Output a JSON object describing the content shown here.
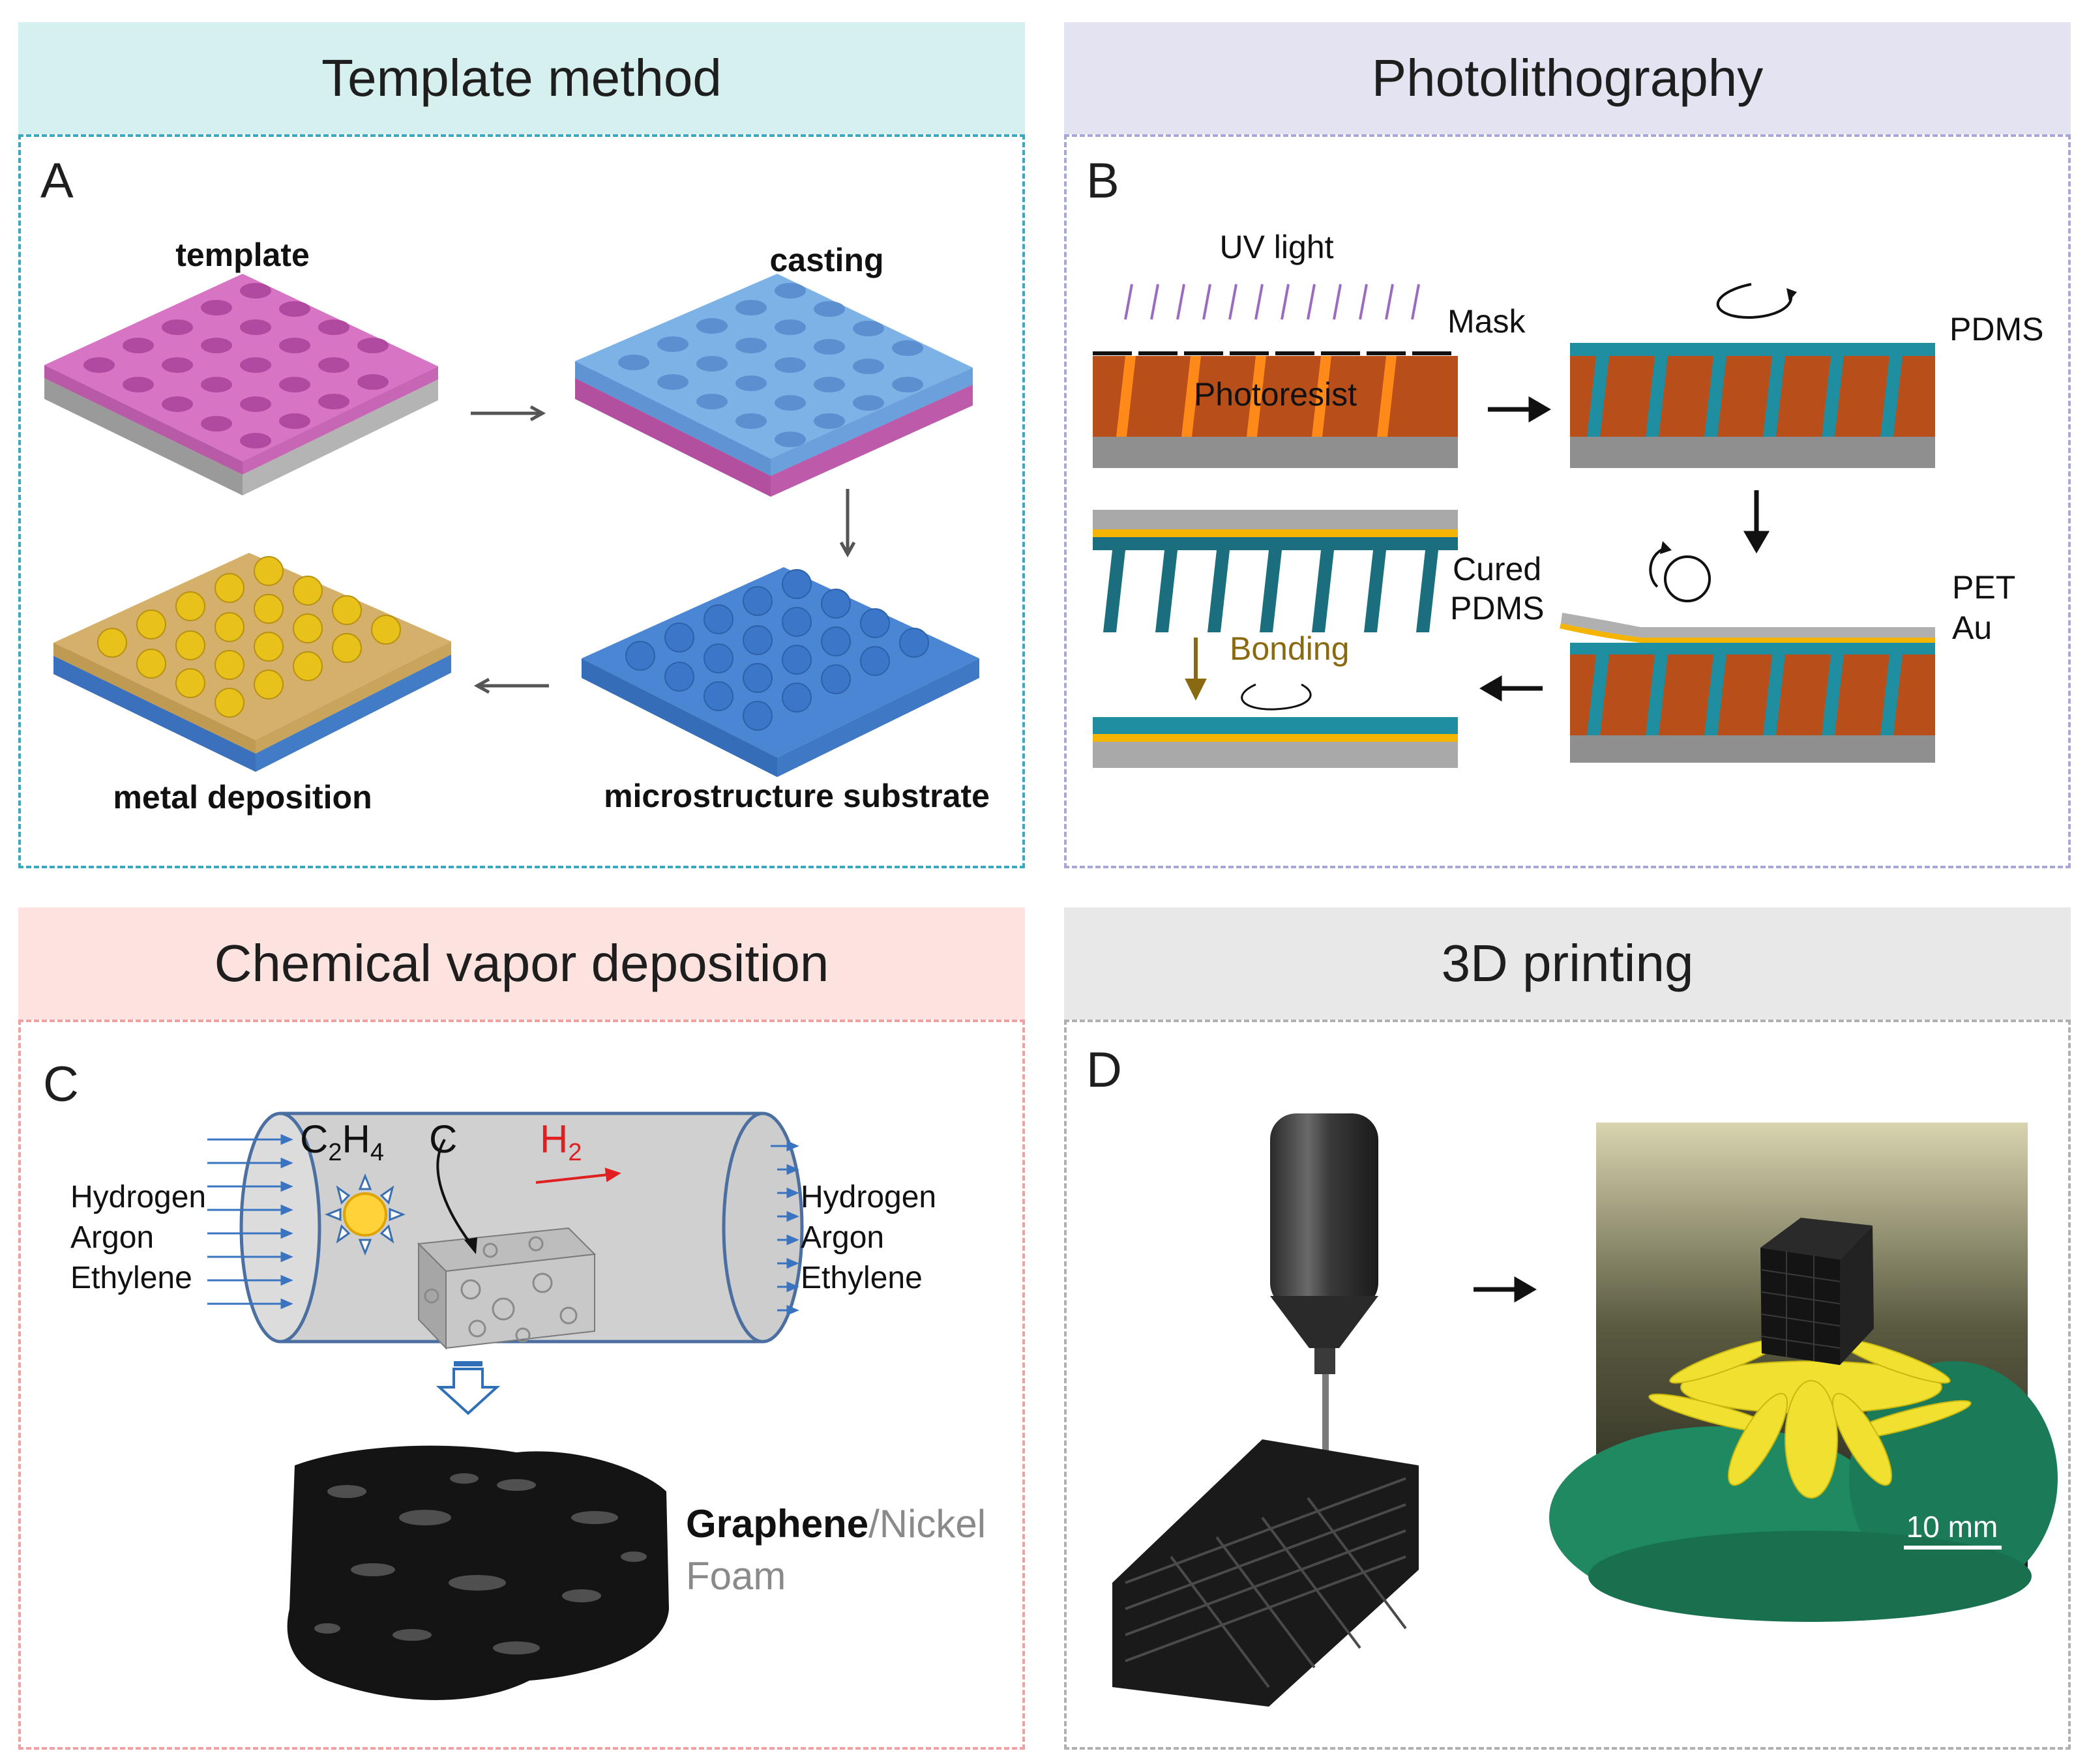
{
  "panels": {
    "a": {
      "header": "Template method",
      "letter": "A",
      "colors": {
        "header_bg": "#d6efef",
        "border": "#3aa8c0"
      },
      "labels": {
        "template": "template",
        "casting": "casting",
        "metal_deposition": "metal deposition",
        "microstructure_substrate": "microstructure substrate"
      }
    },
    "b": {
      "header": "Photolithography",
      "letter": "B",
      "colors": {
        "header_bg": "#e3e3f2",
        "border": "#a8a8d8"
      },
      "labels": {
        "uv_light": "UV light",
        "mask": "Mask",
        "photoresist": "Photoresist",
        "pdms": "PDMS",
        "cured": "Cured",
        "cured_pdms": "PDMS",
        "pet": "PET",
        "au": "Au",
        "bonding": "Bonding"
      }
    },
    "c": {
      "header": "Chemical vapor deposition",
      "letter": "C",
      "colors": {
        "header_bg": "#fde3e0",
        "border": "#f0a0a0"
      },
      "labels": {
        "gases_in": [
          "Hydrogen",
          "Argon",
          "Ethylene"
        ],
        "gases_out": [
          "Hydrogen",
          "Argon",
          "Ethylene"
        ],
        "c2h4_base1": "C",
        "c2h4_sub1": "2",
        "c2h4_base2": "H",
        "c2h4_sub2": "4",
        "carbon": "C",
        "h2_base": "H",
        "h2_sub": "2",
        "graphene": "Graphene",
        "slash_nickel": "/Nickel",
        "foam": "Foam"
      }
    },
    "d": {
      "header": "3D printing",
      "letter": "D",
      "colors": {
        "header_bg": "#e8e8e8",
        "border": "#b0b0b0"
      },
      "labels": {
        "scale_bar": "10 mm"
      }
    }
  }
}
